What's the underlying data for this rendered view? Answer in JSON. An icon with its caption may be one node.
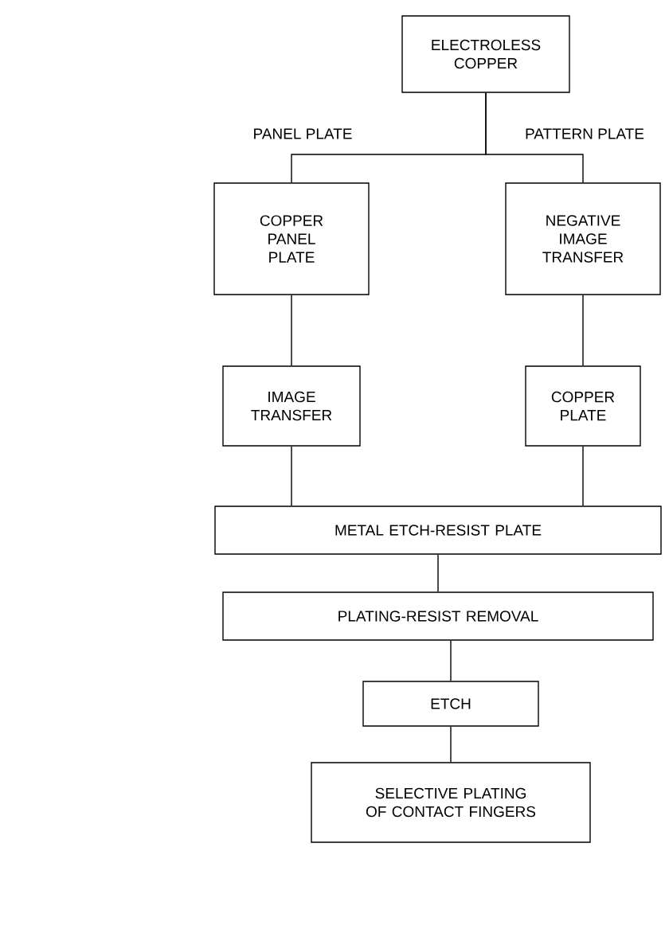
{
  "diagram": {
    "nodes": [
      {
        "text": [
          "ELECTROLESS COPPER"
        ]
      },
      {
        "text": [
          "COPPER PANEL PLATE"
        ]
      },
      {
        "text": [
          "NEGATIVE IMAGE TRANSFER"
        ]
      },
      {
        "text": [
          "IMAGE TRANSFER"
        ]
      },
      {
        "text": [
          "COPPER PLATE"
        ]
      },
      {
        "text": [
          "METAL ETCH-RESIST PLATE"
        ]
      },
      {
        "text": [
          "PLATING-RESIST REMOVAL"
        ]
      },
      {
        "text": [
          "ETCH"
        ]
      },
      {
        "text": [
          "SELECTIVE PLATING OF CONTACT FINGERS"
        ]
      }
    ],
    "edges": [
      {
        "from": 0,
        "to": 1,
        "arrow": "none",
        "label": "PANEL PLATE"
      },
      {
        "from": 0,
        "to": 2,
        "arrow": "none",
        "label": "PATTERN PLATE"
      },
      {
        "from": 1,
        "to": 3,
        "arrow": "none"
      },
      {
        "from": 2,
        "to": 4,
        "arrow": "none"
      },
      {
        "from": 3,
        "to": 5,
        "arrow": "none"
      },
      {
        "from": 4,
        "to": 5,
        "arrow": "none"
      },
      {
        "from": 5,
        "to": 6,
        "arrow": "none"
      },
      {
        "from": 6,
        "to": 7,
        "arrow": "none"
      },
      {
        "from": 7,
        "to": 8,
        "arrow": "none"
      }
    ]
  }
}
